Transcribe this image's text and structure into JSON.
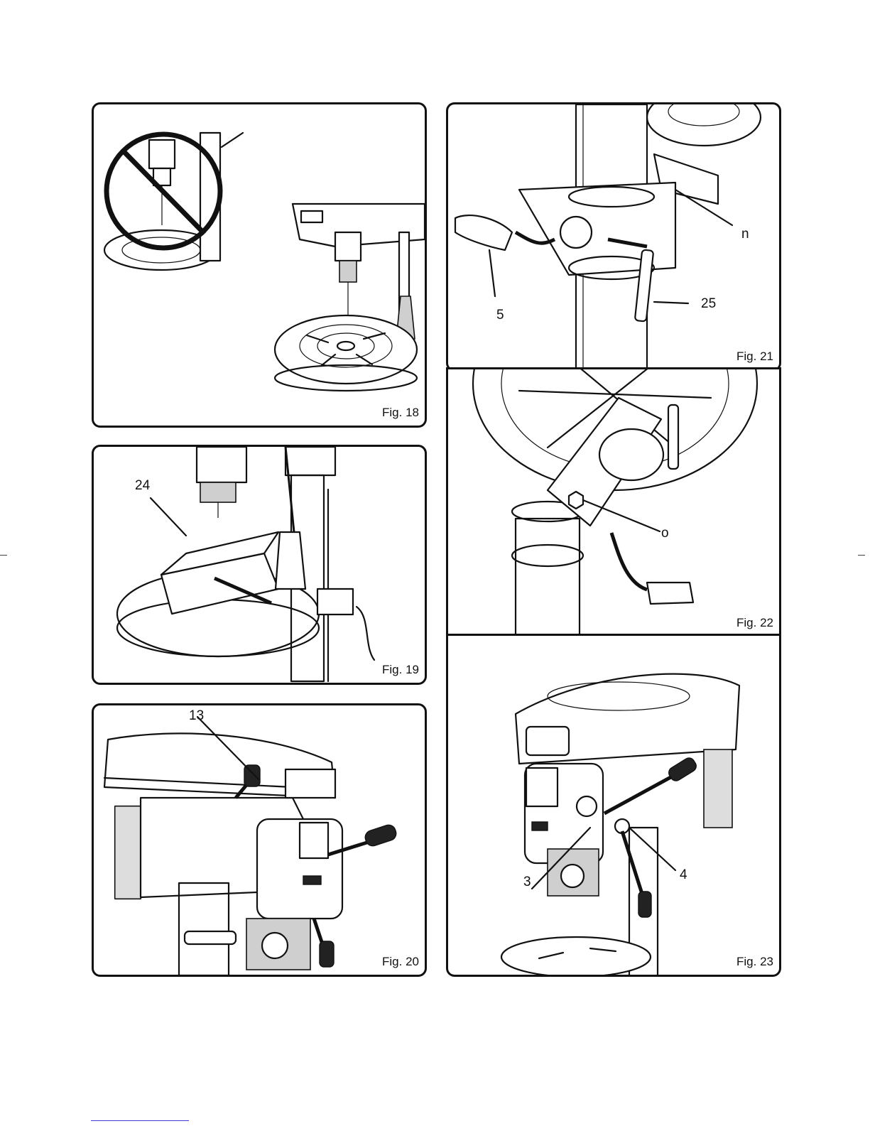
{
  "figures": {
    "fig18": {
      "caption": "Fig. 18"
    },
    "fig19": {
      "caption": "Fig. 19",
      "callouts": [
        "24"
      ]
    },
    "fig20": {
      "caption": "Fig. 20",
      "callouts": [
        "13"
      ]
    },
    "fig21": {
      "caption": "Fig. 21",
      "callouts": [
        "n",
        "5",
        "25"
      ]
    },
    "fig22": {
      "caption": "Fig. 22",
      "callouts": [
        "o"
      ]
    },
    "fig23": {
      "caption": "Fig. 23",
      "callouts": [
        "3",
        "4"
      ]
    }
  }
}
